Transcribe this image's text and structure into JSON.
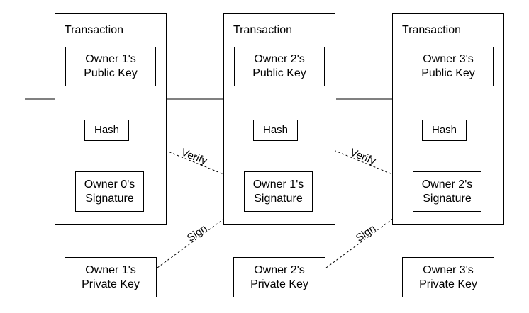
{
  "transactions": [
    {
      "title": "Transaction",
      "public_key": [
        "Owner 1's",
        "Public Key"
      ],
      "hash": "Hash",
      "signature": [
        "Owner 0's",
        "Signature"
      ]
    },
    {
      "title": "Transaction",
      "public_key": [
        "Owner 2's",
        "Public Key"
      ],
      "hash": "Hash",
      "signature": [
        "Owner 1's",
        "Signature"
      ]
    },
    {
      "title": "Transaction",
      "public_key": [
        "Owner 3's",
        "Public Key"
      ],
      "hash": "Hash",
      "signature": [
        "Owner 2's",
        "Signature"
      ]
    }
  ],
  "private_keys": [
    [
      "Owner 1's",
      "Private Key"
    ],
    [
      "Owner 2's",
      "Private Key"
    ],
    [
      "Owner 3's",
      "Private Key"
    ]
  ],
  "edge_labels": {
    "verify": "Verify",
    "sign": "Sign"
  }
}
